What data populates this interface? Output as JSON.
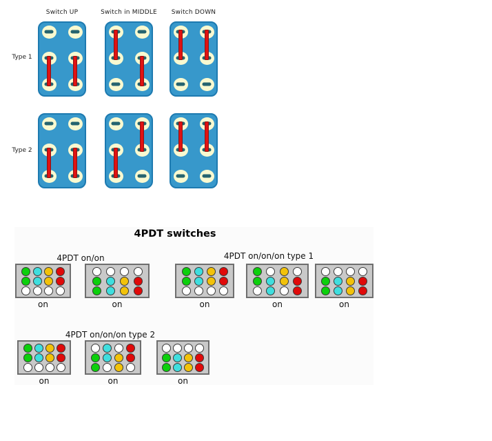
{
  "palette": {
    "switch_body": "#3798cb",
    "switch_border": "#1d7ab0",
    "terminal_fill": "#f9f9d0",
    "terminal_slot": "#25646f",
    "connector_red": "#e01212",
    "connector_dark": "#8f1010",
    "panel_fill": "#c9c9c9",
    "panel_border": "#6e6e6e",
    "dot_green": "#0ccf0c",
    "dot_cyan": "#3fdede",
    "dot_yellow": "#f2c20a",
    "dot_red": "#e00a0a",
    "dot_white": "#ffffff",
    "dot_outline": "#383838",
    "section_bg": "#fbfbfb"
  },
  "dpdt_section": {
    "column_labels": [
      "Switch UP",
      "Switch in MIDDLE",
      "Switch DOWN"
    ],
    "row_labels": [
      "Type 1",
      "Type 2"
    ],
    "switches": [
      {
        "type": "Type 1",
        "position": "Switch UP",
        "row": 0,
        "col": 0,
        "bars": [
          {
            "pole": 0,
            "from": 1,
            "to": 2
          },
          {
            "pole": 1,
            "from": 1,
            "to": 2
          }
        ]
      },
      {
        "type": "Type 1",
        "position": "Switch in MIDDLE",
        "row": 0,
        "col": 1,
        "bars": [
          {
            "pole": 0,
            "from": 0,
            "to": 1
          },
          {
            "pole": 1,
            "from": 1,
            "to": 2
          }
        ]
      },
      {
        "type": "Type 1",
        "position": "Switch DOWN",
        "row": 0,
        "col": 2,
        "bars": [
          {
            "pole": 0,
            "from": 0,
            "to": 1
          },
          {
            "pole": 1,
            "from": 0,
            "to": 1
          }
        ]
      },
      {
        "type": "Type 2",
        "position": "Switch UP",
        "row": 1,
        "col": 0,
        "bars": [
          {
            "pole": 0,
            "from": 1,
            "to": 2
          },
          {
            "pole": 1,
            "from": 1,
            "to": 2
          }
        ]
      },
      {
        "type": "Type 2",
        "position": "Switch in MIDDLE",
        "row": 1,
        "col": 1,
        "bars": [
          {
            "pole": 0,
            "from": 1,
            "to": 2
          },
          {
            "pole": 1,
            "from": 0,
            "to": 1
          }
        ]
      },
      {
        "type": "Type 2",
        "position": "Switch DOWN",
        "row": 1,
        "col": 2,
        "bars": [
          {
            "pole": 0,
            "from": 0,
            "to": 1
          },
          {
            "pole": 1,
            "from": 0,
            "to": 1
          }
        ]
      }
    ]
  },
  "pdt_section": {
    "title": "4PDT switches",
    "groups": [
      {
        "label": "4PDT on/on",
        "panels": [
          {
            "label": "on",
            "dots": [
              [
                "green",
                "cyan",
                "yellow",
                "red"
              ],
              [
                "green",
                "cyan",
                "yellow",
                "red"
              ],
              [
                "white",
                "white",
                "white",
                "white"
              ]
            ]
          },
          {
            "label": "on",
            "dots": [
              [
                "white",
                "white",
                "white",
                "white"
              ],
              [
                "green",
                "cyan",
                "yellow",
                "red"
              ],
              [
                "green",
                "cyan",
                "yellow",
                "red"
              ]
            ]
          }
        ]
      },
      {
        "label": "4PDT on/on/on type 1",
        "panels": [
          {
            "label": "on",
            "dots": [
              [
                "green",
                "cyan",
                "yellow",
                "red"
              ],
              [
                "green",
                "cyan",
                "yellow",
                "red"
              ],
              [
                "white",
                "white",
                "white",
                "white"
              ]
            ]
          },
          {
            "label": "on",
            "dots": [
              [
                "green",
                "white",
                "yellow",
                "white"
              ],
              [
                "green",
                "cyan",
                "yellow",
                "red"
              ],
              [
                "white",
                "cyan",
                "white",
                "red"
              ]
            ]
          },
          {
            "label": "on",
            "dots": [
              [
                "white",
                "white",
                "white",
                "white"
              ],
              [
                "green",
                "cyan",
                "yellow",
                "red"
              ],
              [
                "green",
                "cyan",
                "yellow",
                "red"
              ]
            ]
          }
        ]
      },
      {
        "label": "4PDT on/on/on type 2",
        "panels": [
          {
            "label": "on",
            "dots": [
              [
                "green",
                "cyan",
                "yellow",
                "red"
              ],
              [
                "green",
                "cyan",
                "yellow",
                "red"
              ],
              [
                "white",
                "white",
                "white",
                "white"
              ]
            ]
          },
          {
            "label": "on",
            "dots": [
              [
                "white",
                "cyan",
                "white",
                "red"
              ],
              [
                "green",
                "cyan",
                "yellow",
                "red"
              ],
              [
                "green",
                "white",
                "yellow",
                "white"
              ]
            ]
          },
          {
            "label": "on",
            "dots": [
              [
                "white",
                "white",
                "white",
                "white"
              ],
              [
                "green",
                "cyan",
                "yellow",
                "red"
              ],
              [
                "green",
                "cyan",
                "yellow",
                "red"
              ]
            ]
          }
        ]
      }
    ]
  }
}
